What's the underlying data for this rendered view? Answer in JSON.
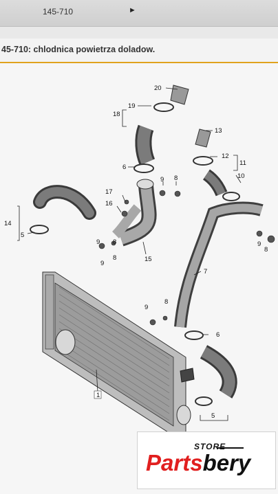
{
  "toolbar": {
    "code": "145-710",
    "next_icon": "play-arrow-icon"
  },
  "header": {
    "title": "45-710: chlodnica powietrza doladow."
  },
  "callouts": {
    "c1": "1",
    "c5a": "5",
    "c5b": "5",
    "c6a": "6",
    "c6b": "6",
    "c7": "7",
    "c8a": "8",
    "c8b": "8",
    "c8c": "8",
    "c8d": "8",
    "c8e": "8",
    "c9a": "9",
    "c9b": "9",
    "c9c": "9",
    "c9d": "9",
    "c9e": "9",
    "c10": "10",
    "c11": "11",
    "c12": "12",
    "c13": "13",
    "c14": "14",
    "c15": "15",
    "c16": "16",
    "c17": "17",
    "c18": "18",
    "c19": "19",
    "c20": "20"
  },
  "logo": {
    "store": "STORE",
    "brand_part1": "Parts",
    "brand_part2": "bery"
  }
}
